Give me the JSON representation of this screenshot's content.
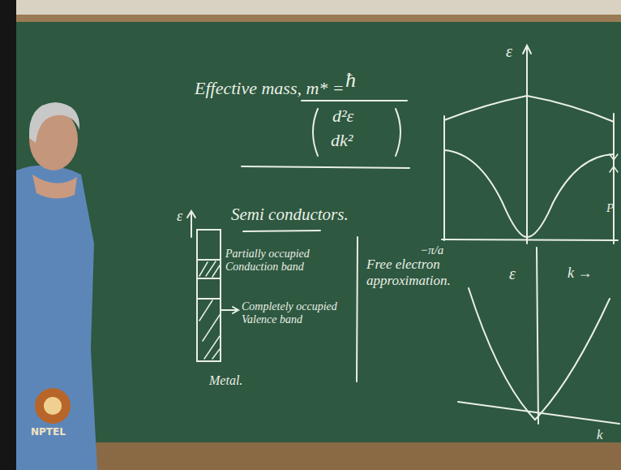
{
  "diagram": {
    "labels": [
      "Effective mass, m* =",
      "ħ",
      "d²ε",
      "dk²",
      "ε",
      "Semi conductors.",
      "ε",
      "Partially occupied Conduction band",
      "Completely occupied Valence band",
      "Free electron approximation.",
      "−π/a",
      "P",
      "ε",
      "k →",
      "k",
      "Metal.",
      "NPTEL"
    ]
  }
}
